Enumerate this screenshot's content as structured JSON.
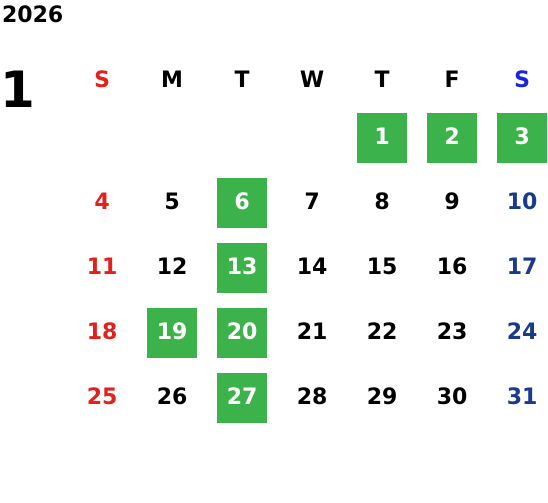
{
  "year": "2026",
  "month": "1",
  "colors": {
    "sunday": "#e3201b",
    "saturday_header": "#1a22e0",
    "saturday": "#1a3a8a",
    "weekday": "#000000",
    "highlight_bg": "#3bb34a",
    "highlight_text": "#ffffff"
  },
  "weekdays": [
    "S",
    "M",
    "T",
    "W",
    "T",
    "F",
    "S"
  ],
  "weeks": [
    [
      {
        "day": ""
      },
      {
        "day": ""
      },
      {
        "day": ""
      },
      {
        "day": ""
      },
      {
        "day": "1",
        "highlighted": true
      },
      {
        "day": "2",
        "highlighted": true
      },
      {
        "day": "3",
        "highlighted": true
      }
    ],
    [
      {
        "day": "4"
      },
      {
        "day": "5"
      },
      {
        "day": "6",
        "highlighted": true
      },
      {
        "day": "7"
      },
      {
        "day": "8"
      },
      {
        "day": "9"
      },
      {
        "day": "10"
      }
    ],
    [
      {
        "day": "11"
      },
      {
        "day": "12"
      },
      {
        "day": "13",
        "highlighted": true
      },
      {
        "day": "14"
      },
      {
        "day": "15"
      },
      {
        "day": "16"
      },
      {
        "day": "17"
      }
    ],
    [
      {
        "day": "18"
      },
      {
        "day": "19",
        "highlighted": true
      },
      {
        "day": "20",
        "highlighted": true
      },
      {
        "day": "21"
      },
      {
        "day": "22"
      },
      {
        "day": "23"
      },
      {
        "day": "24"
      }
    ],
    [
      {
        "day": "25"
      },
      {
        "day": "26"
      },
      {
        "day": "27",
        "highlighted": true
      },
      {
        "day": "28"
      },
      {
        "day": "29"
      },
      {
        "day": "30"
      },
      {
        "day": "31"
      }
    ]
  ]
}
